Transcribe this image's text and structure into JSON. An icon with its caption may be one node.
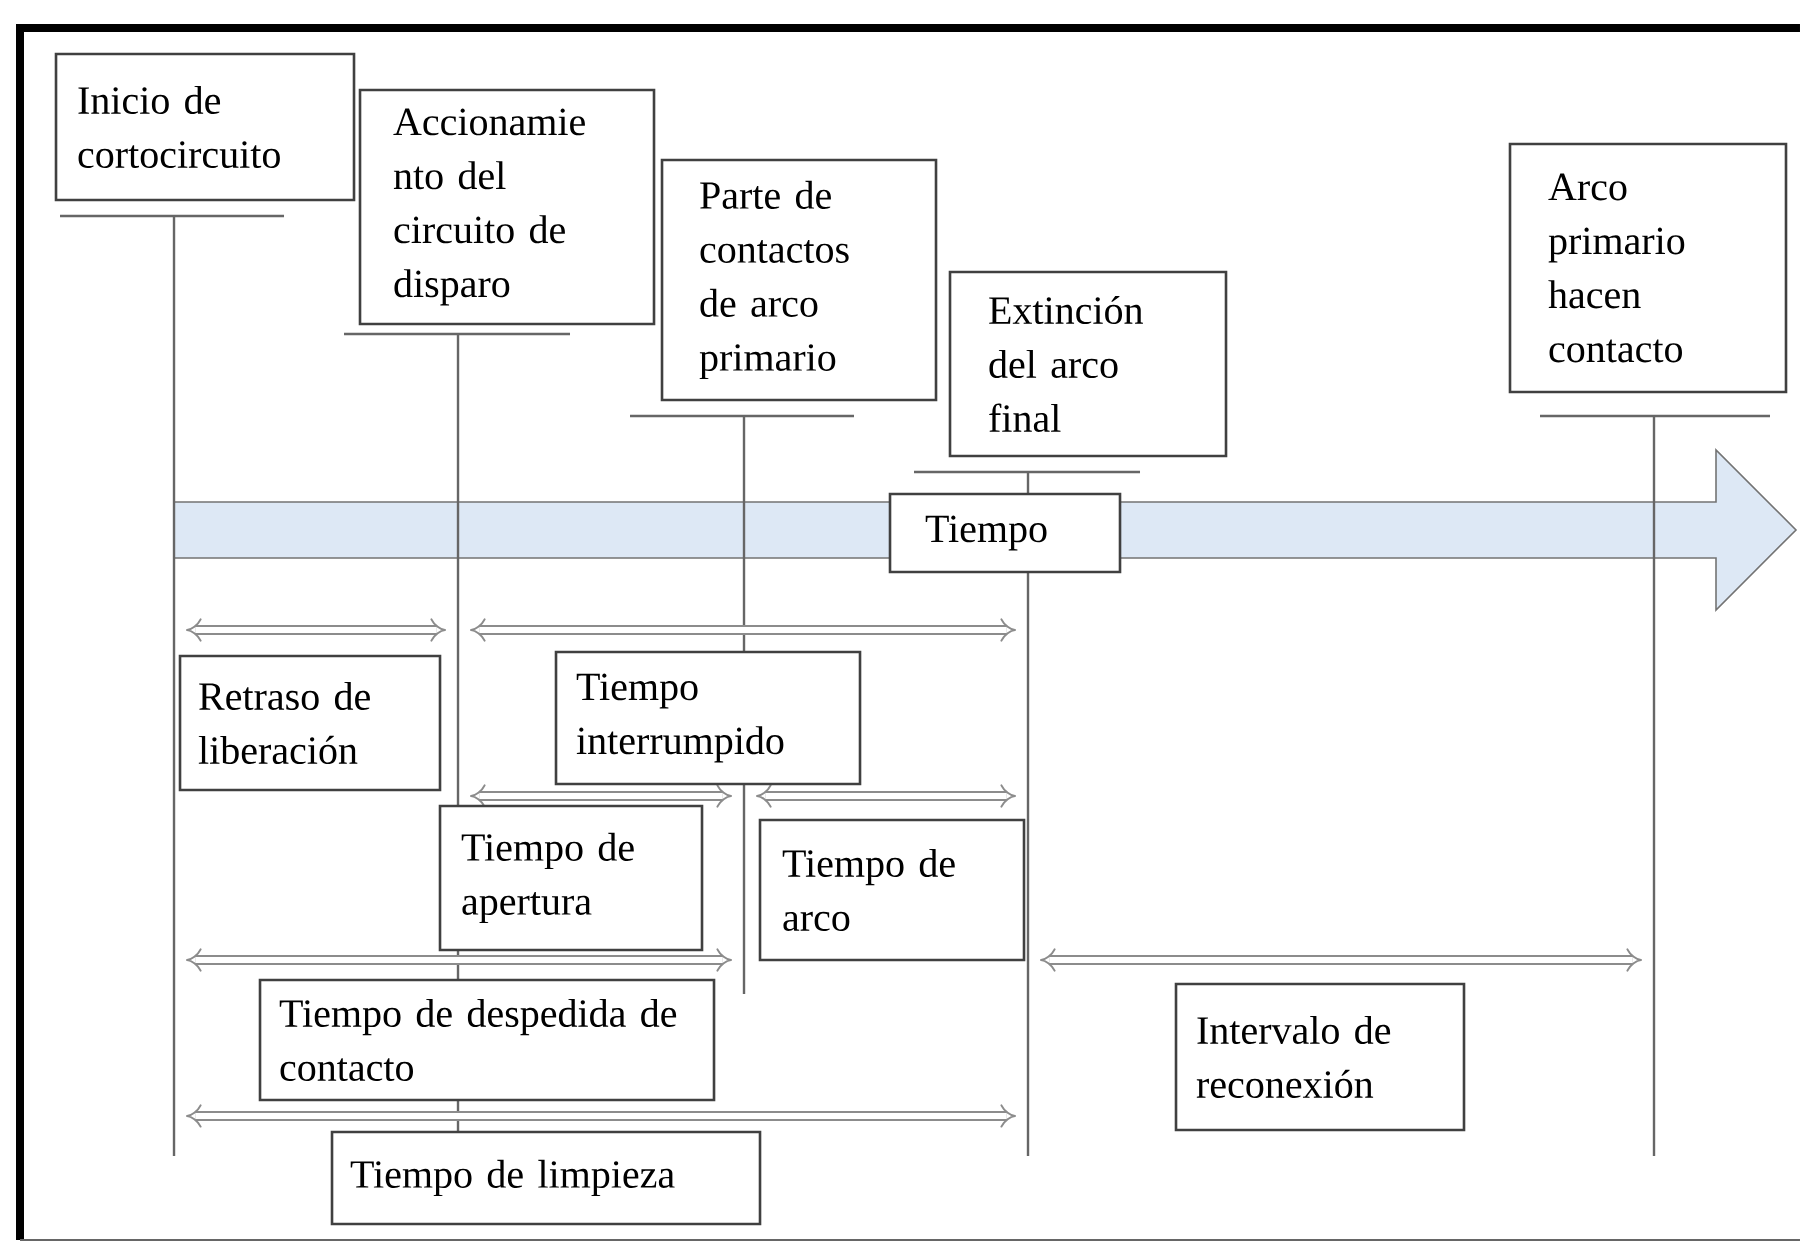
{
  "diagram": {
    "nodes": [
      {
        "text": [
          "Inicio de cortocircuito"
        ]
      },
      {
        "text": [
          "Accionamie nto del circuito de disparo"
        ]
      },
      {
        "text": [
          "Parte de contactos de arco primario"
        ]
      },
      {
        "text": [
          "Extinción del arco final"
        ]
      },
      {
        "text": [
          "Arco primario hacen contacto"
        ]
      },
      {
        "text": [
          "Tiempo"
        ]
      },
      {
        "text": [
          "Retraso de liberación"
        ]
      },
      {
        "text": [
          "Tiempo interrumpido"
        ]
      },
      {
        "text": [
          "Tiempo de apertura"
        ]
      },
      {
        "text": [
          "Tiempo de arco"
        ]
      },
      {
        "text": [
          "Tiempo de despedida de contacto"
        ]
      },
      {
        "text": [
          "Intervalo de reconexión"
        ]
      },
      {
        "text": [
          "Tiempo de limpieza"
        ]
      }
    ]
  }
}
